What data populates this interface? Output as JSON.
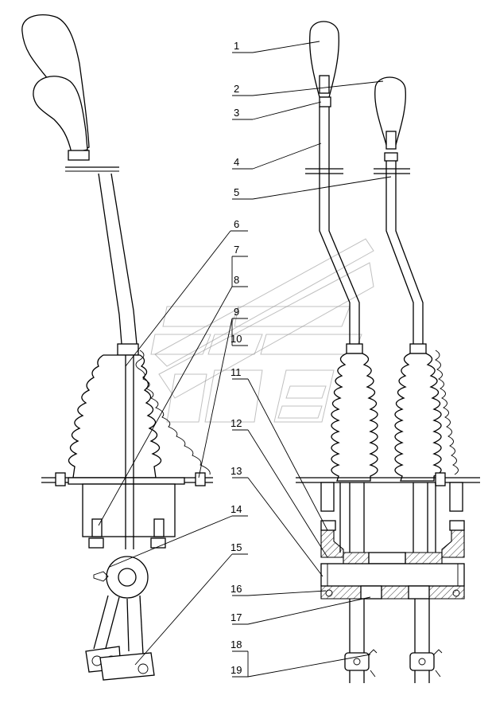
{
  "callouts": [
    "1",
    "2",
    "3",
    "4",
    "5",
    "6",
    "7",
    "8",
    "9",
    "10",
    "11",
    "12",
    "13",
    "14",
    "15",
    "16",
    "17",
    "18",
    "19"
  ],
  "colors": {
    "ink": "#000000",
    "paper": "#ffffff",
    "watermark": "#8c8c8c"
  },
  "watermark_icon": "rail-logo-icon"
}
